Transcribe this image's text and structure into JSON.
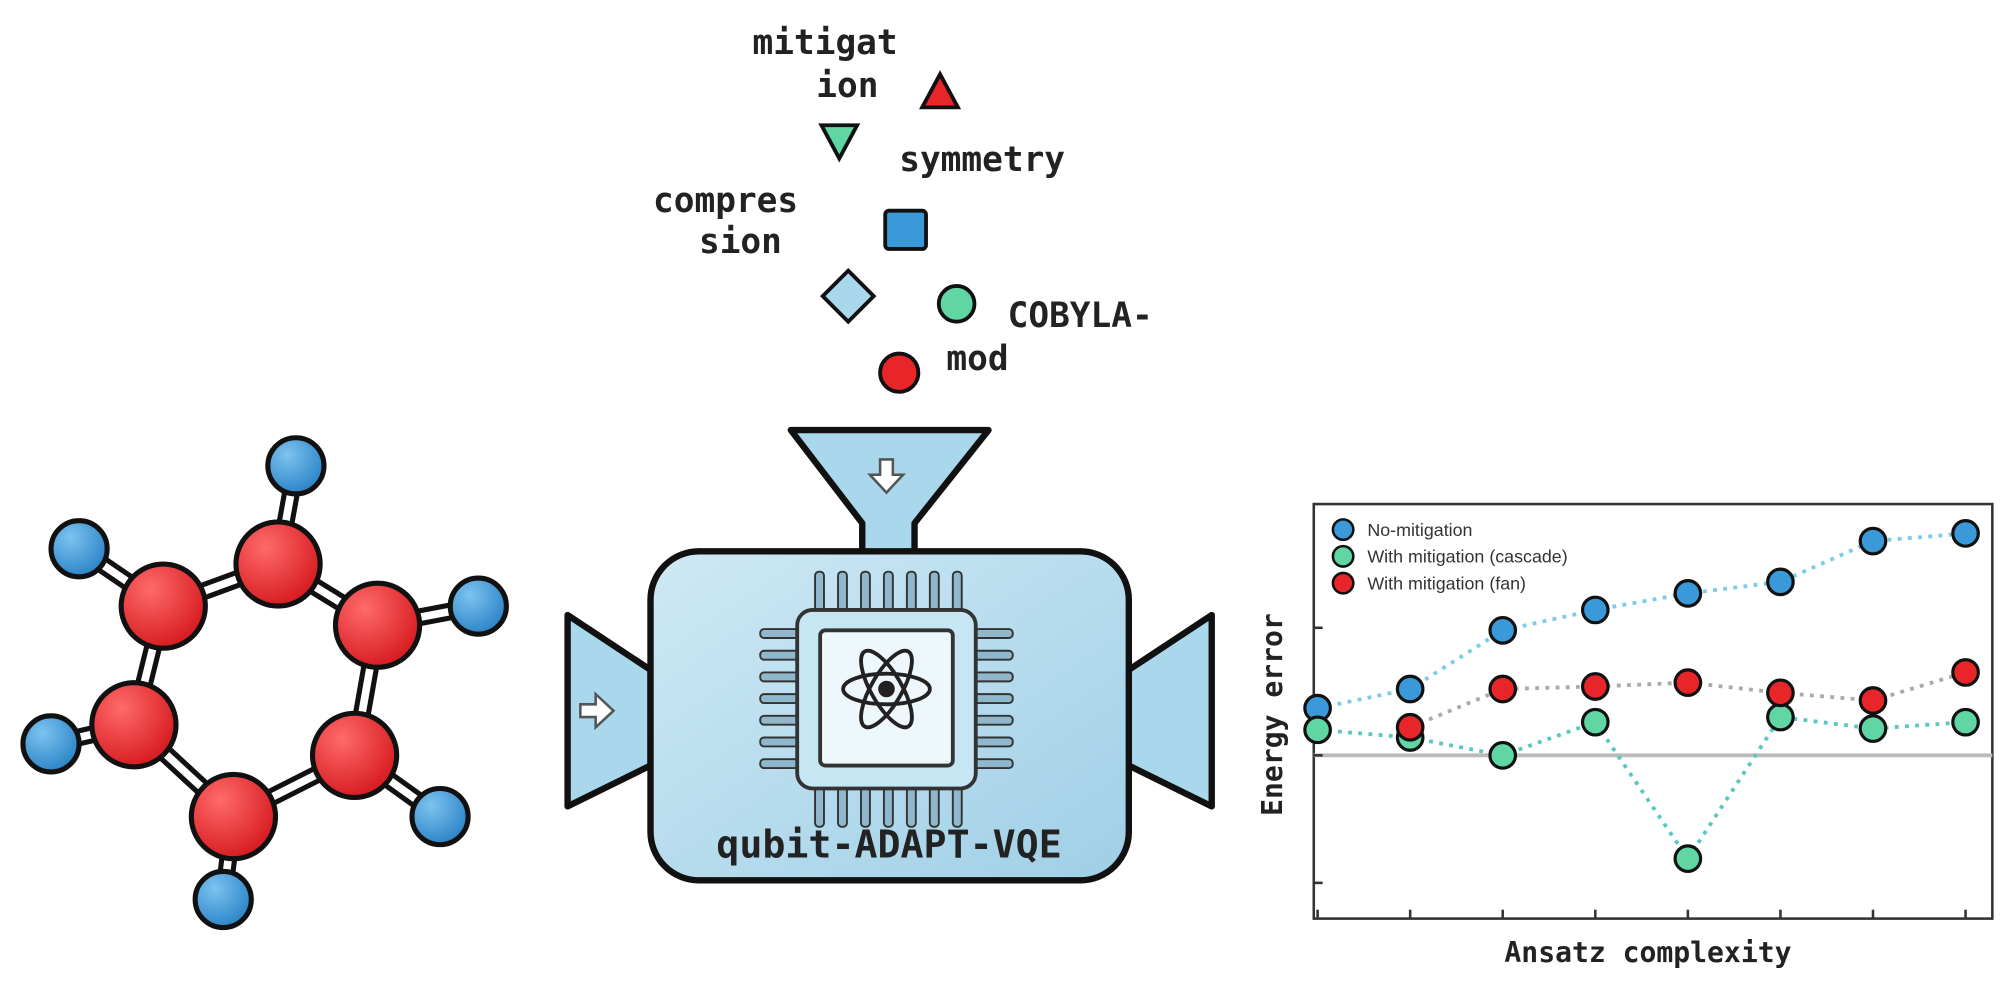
{
  "inputs": {
    "mitigation": [
      "mitigat",
      "ion"
    ],
    "symmetry": "symmetry",
    "compression": [
      "compres",
      "sion"
    ],
    "cobyla": [
      "COBYLA-",
      "mod"
    ]
  },
  "machine": {
    "label": "qubit-ADAPT-VQE"
  },
  "colors": {
    "red": "#e8262a",
    "blue": "#3a9ad9",
    "green": "#5fd6a4",
    "lightblue": "#a9d8ec",
    "machine": "#b5dcee"
  },
  "chart_data": {
    "type": "scatter",
    "title": "",
    "xlabel": "Ansatz complexity",
    "ylabel": "Energy error",
    "x": [
      1,
      2,
      3,
      4,
      5,
      6,
      7,
      8
    ],
    "ylim": [
      -12.8,
      19.7
    ],
    "reference_line": 0,
    "legend_placement": "top-left",
    "series": [
      {
        "name": "No-mitigation",
        "color": "#3a9ad9",
        "line": "#7ccbe8",
        "values": [
          3.7,
          5.2,
          9.8,
          11.4,
          12.7,
          13.6,
          16.8,
          17.4
        ]
      },
      {
        "name": "With mitigation (cascade)",
        "color": "#5fd6a4",
        "line": "#59c9c0",
        "values": [
          2.0,
          1.4,
          0.0,
          2.6,
          -8.1,
          3.0,
          2.1,
          2.6
        ]
      },
      {
        "name": "With mitigation (fan)",
        "color": "#e8262a",
        "line": "#aaaaaa",
        "values": [
          null,
          2.2,
          5.2,
          5.4,
          5.7,
          4.9,
          4.3,
          6.5
        ]
      }
    ]
  }
}
